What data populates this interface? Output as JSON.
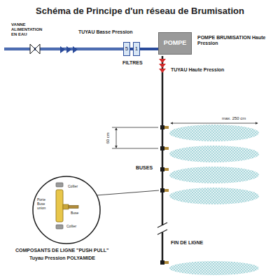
{
  "diagram": {
    "title": "Schéma de Principe d'un réseau de Brumisation",
    "nodes": [
      {
        "text": [
          "5"
        ]
      },
      {
        "text": [
          "1"
        ]
      },
      {
        "text": [
          "POMPE"
        ]
      }
    ],
    "edges": [
      {
        "from": 0,
        "to": 1,
        "arrow": "none"
      },
      {
        "from": 1,
        "to": 2,
        "arrow": "none"
      }
    ],
    "labels": [
      "VANNE ALIMENTATION EN EAU",
      "TUYAU Basse Pression",
      "FILTRES",
      "POMPE BRUMISATION Haute Pression",
      "TUYAU Haute Pression",
      "max. 250 cm",
      "60 cm",
      "BUSES",
      "FIN DE LIGNE",
      "Collier",
      "Porte Buse union",
      "Buse",
      "Collier",
      "COMPOSANTS DE LIGNE \"PUSH PULL\"",
      "Tuyau Pression POLYAMIDE"
    ]
  }
}
